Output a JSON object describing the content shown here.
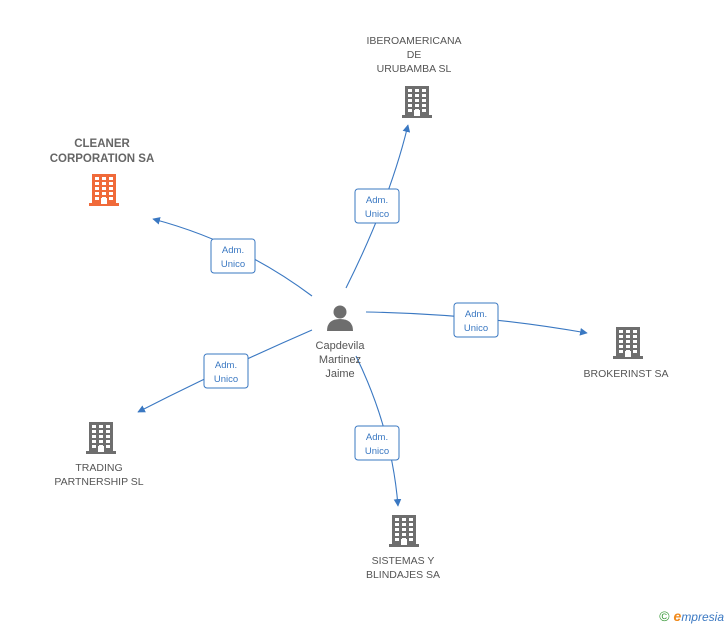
{
  "colors": {
    "edge": "#3a78c2",
    "building": "#6e6e6e",
    "building_main": "#f06a3a",
    "person": "#6e6e6e"
  },
  "center": {
    "lines": [
      "Capdevila",
      "Martinez",
      "Jaime"
    ],
    "icon": "person-icon"
  },
  "nodes": [
    {
      "id": "cleaner",
      "lines": [
        "CLEANER",
        "CORPORATION SA"
      ],
      "main": true,
      "icon": "building-icon"
    },
    {
      "id": "iberoamericana",
      "lines": [
        "IBEROAMERICANA",
        "DE",
        "URUBAMBA SL"
      ],
      "main": false,
      "icon": "building-icon"
    },
    {
      "id": "brokerinst",
      "lines": [
        "BROKERINST SA"
      ],
      "main": false,
      "icon": "building-icon"
    },
    {
      "id": "trading",
      "lines": [
        "TRADING",
        "PARTNERSHIP SL"
      ],
      "main": false,
      "icon": "building-icon"
    },
    {
      "id": "sistemas",
      "lines": [
        "SISTEMAS Y",
        "BLINDAJES SA"
      ],
      "main": false,
      "icon": "building-icon"
    }
  ],
  "edges": [
    {
      "to": "cleaner",
      "lines": [
        "Adm.",
        "Unico"
      ]
    },
    {
      "to": "iberoamericana",
      "lines": [
        "Adm.",
        "Unico"
      ]
    },
    {
      "to": "brokerinst",
      "lines": [
        "Adm.",
        "Unico"
      ]
    },
    {
      "to": "trading",
      "lines": [
        "Adm.",
        "Unico"
      ]
    },
    {
      "to": "sistemas",
      "lines": [
        "Adm.",
        "Unico"
      ]
    }
  ],
  "footer": {
    "copyright": "©",
    "brand_initial": "e",
    "brand_rest": "mpresia"
  }
}
